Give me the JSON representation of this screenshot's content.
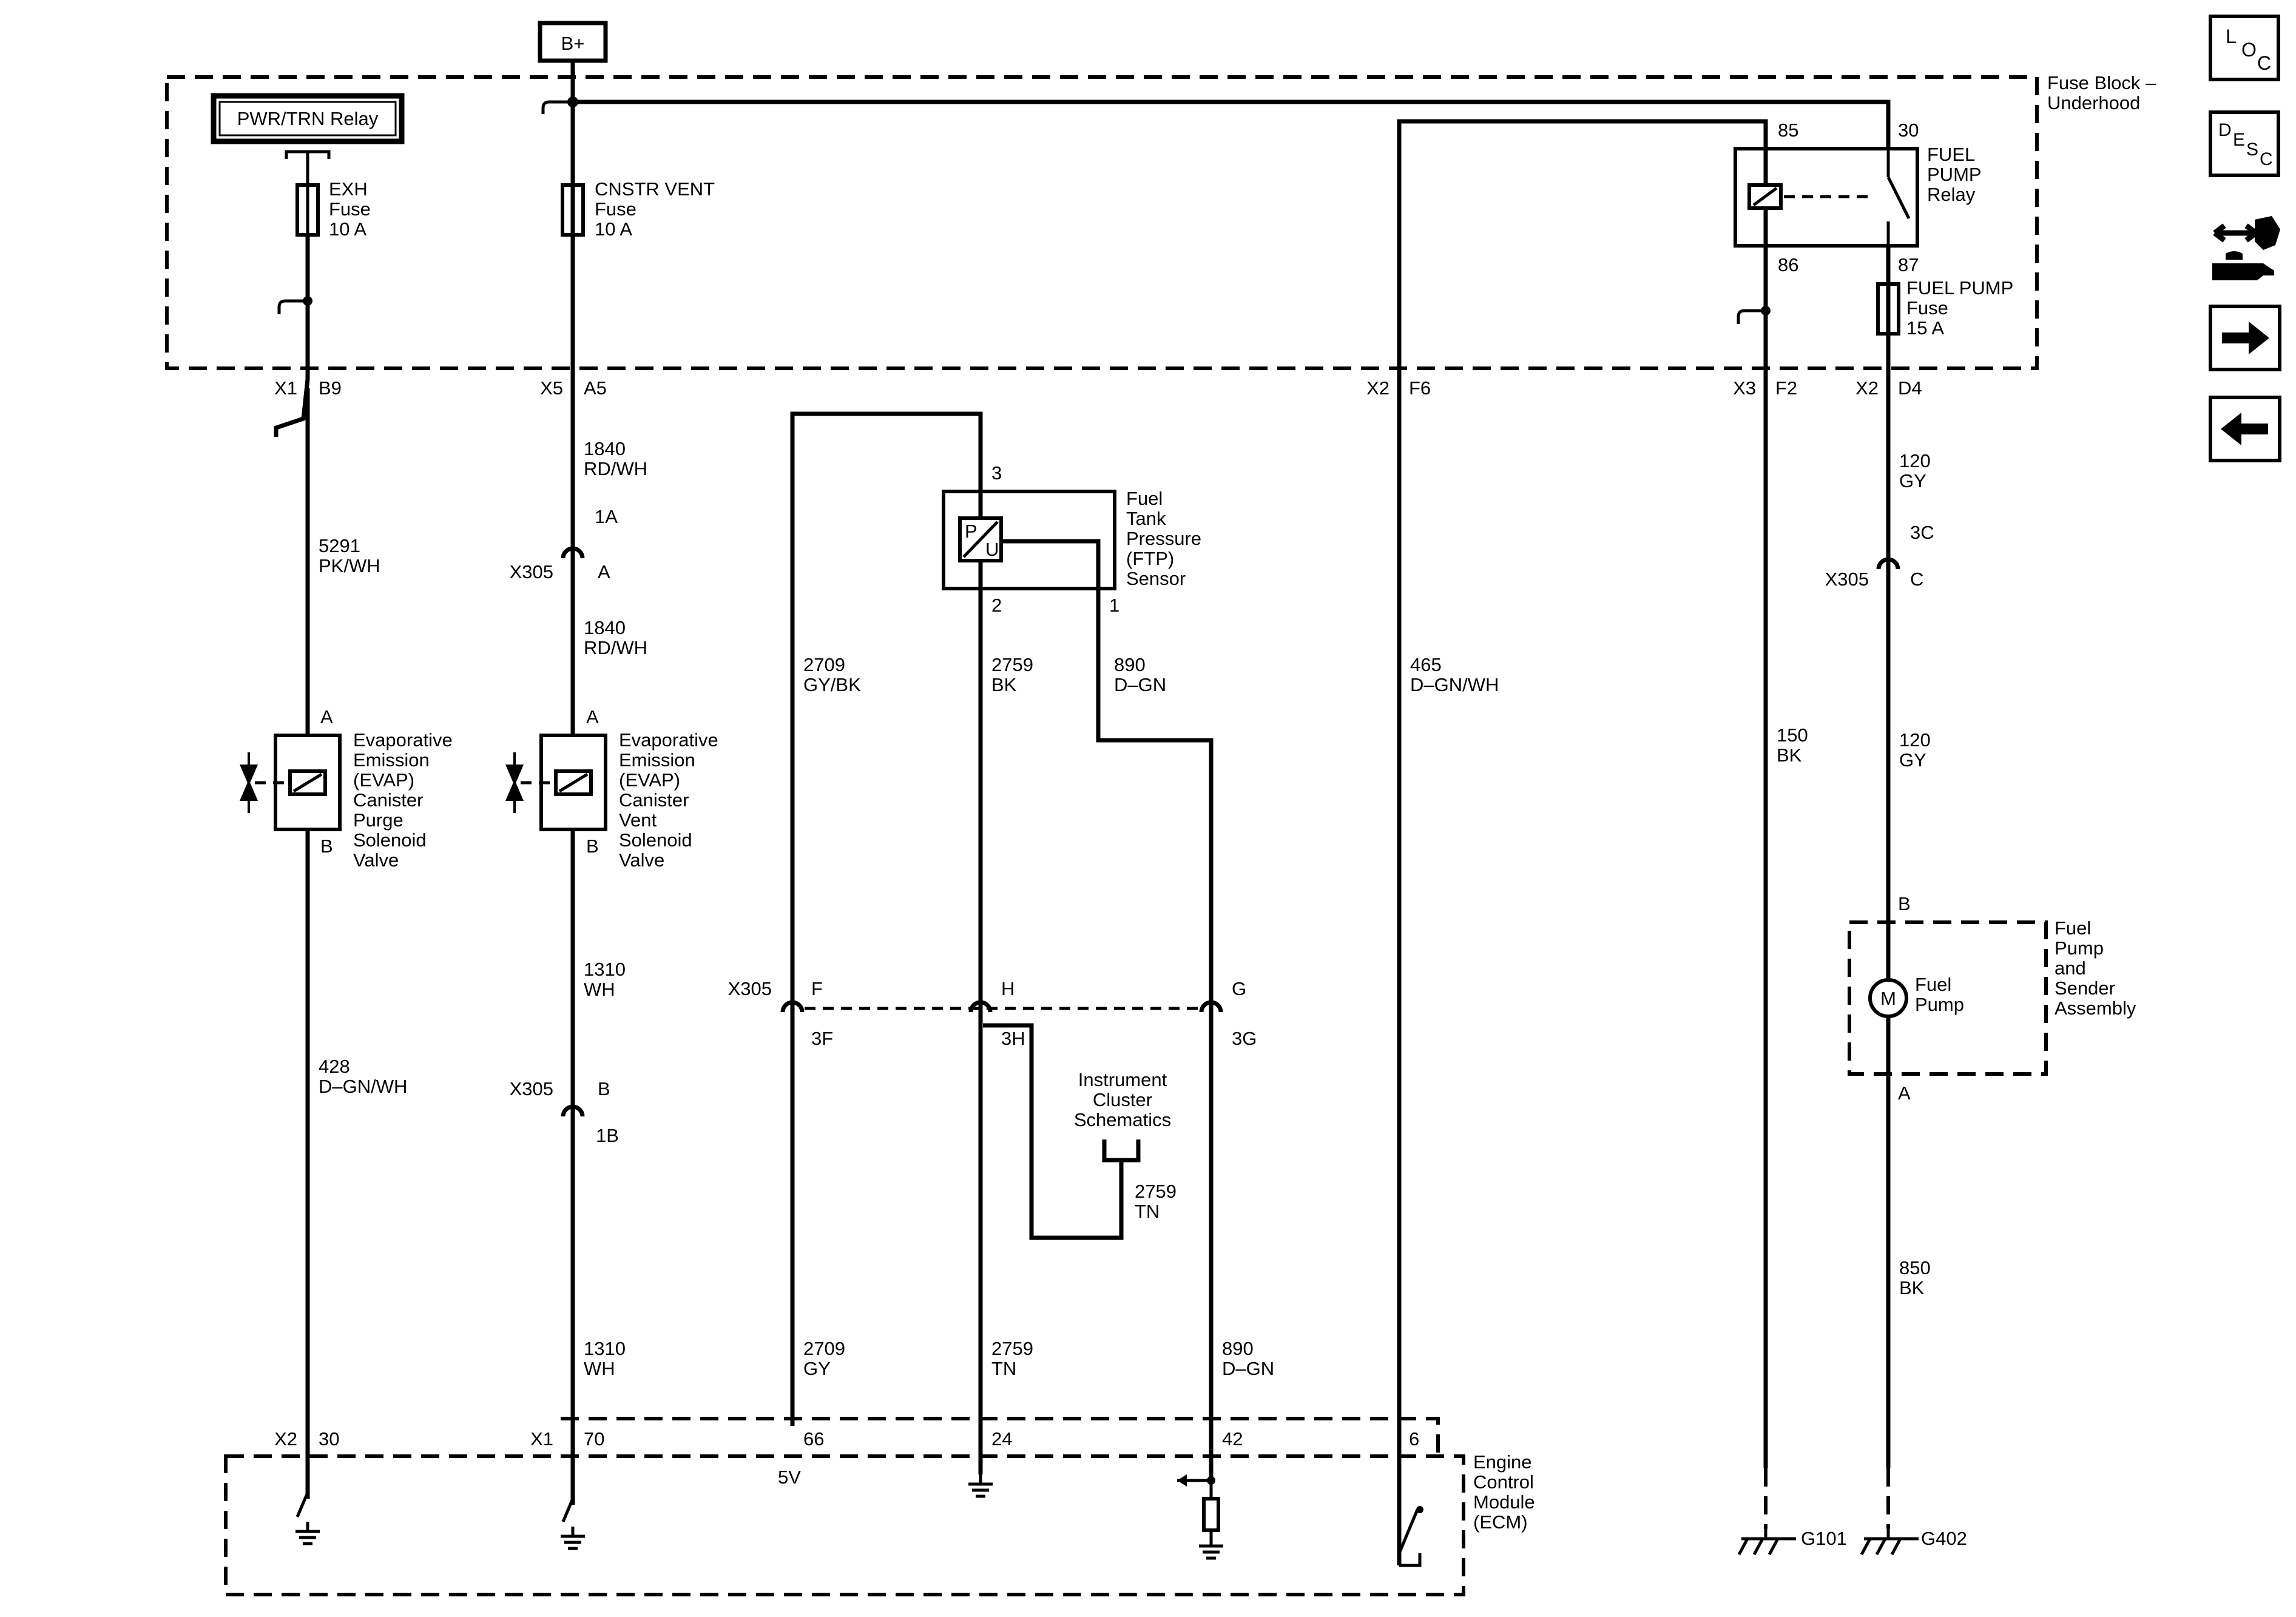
{
  "power": {
    "bplus": "B+"
  },
  "fuse_block": {
    "title_line1": "Fuse Block –",
    "title_line2": "Underhood",
    "relay_box": "PWR/TRN Relay",
    "exh_fuse": [
      "EXH",
      "Fuse",
      "10 A"
    ],
    "cnstr_fuse": [
      "CNSTR VENT",
      "Fuse",
      "10 A"
    ],
    "fuel_pump_fuse": [
      "FUEL PUMP",
      "Fuse",
      "15 A"
    ],
    "fuel_pump_relay": [
      "FUEL",
      "PUMP",
      "Relay"
    ],
    "relay_pins": {
      "p85": "85",
      "p30": "30",
      "p86": "86",
      "p87": "87"
    }
  },
  "fb_connectors": [
    {
      "conn": "X1",
      "pin": "B9"
    },
    {
      "conn": "X5",
      "pin": "A5"
    },
    {
      "conn": "X2",
      "pin": "F6"
    },
    {
      "conn": "X3",
      "pin": "F2"
    },
    {
      "conn": "X2",
      "pin": "D4"
    }
  ],
  "wires": {
    "w5291": [
      "5291",
      "PK/WH"
    ],
    "w1840a": [
      "1840",
      "RD/WH"
    ],
    "w1840b": [
      "1840",
      "RD/WH"
    ],
    "w428": [
      "428",
      "D–GN/WH"
    ],
    "w1310a": [
      "1310",
      "WH"
    ],
    "w1310b": [
      "1310",
      "WH"
    ],
    "w2709a": [
      "2709",
      "GY/BK"
    ],
    "w2709b": [
      "2709",
      "GY"
    ],
    "w2759a": [
      "2759",
      "BK"
    ],
    "w2759b": [
      "2759",
      "TN"
    ],
    "w2759c": [
      "2759",
      "TN"
    ],
    "w890a": [
      "890",
      "D–GN"
    ],
    "w890b": [
      "890",
      "D–GN"
    ],
    "w465": [
      "465",
      "D–GN/WH"
    ],
    "w150": [
      "150",
      "BK"
    ],
    "w120a": [
      "120",
      "GY"
    ],
    "w120b": [
      "120",
      "GY"
    ],
    "w850": [
      "850",
      "BK"
    ]
  },
  "inline_x305": {
    "name": "X305",
    "pins": {
      "p1a": "1A",
      "a": "A",
      "b": "B",
      "p1b": "1B",
      "p3c": "3C",
      "c": "C",
      "f": "F",
      "h": "H",
      "g": "G",
      "p3f": "3F",
      "p3h": "3H",
      "p3g": "3G"
    }
  },
  "components": {
    "purge_valve": {
      "pin_a": "A",
      "pin_b": "B",
      "label": [
        "Evaporative",
        "Emission",
        "(EVAP)",
        "Canister",
        "Purge",
        "Solenoid",
        "Valve"
      ]
    },
    "vent_valve": {
      "pin_a": "A",
      "pin_b": "B",
      "label": [
        "Evaporative",
        "Emission",
        "(EVAP)",
        "Canister",
        "Vent",
        "Solenoid",
        "Valve"
      ]
    },
    "ftp_sensor": {
      "pin3": "3",
      "pin2": "2",
      "pin1": "1",
      "glyph_p": "P",
      "glyph_u": "U",
      "label": [
        "Fuel",
        "Tank",
        "Pressure",
        "(FTP)",
        "Sensor"
      ]
    },
    "instrument_cluster": [
      "Instrument",
      "Cluster",
      "Schematics"
    ],
    "fuel_pump": {
      "pin_b": "B",
      "pin_a": "A",
      "motor": "M",
      "label": [
        "Fuel",
        "Pump"
      ],
      "assembly": [
        "Fuel",
        "Pump",
        "and",
        "Sender",
        "Assembly"
      ]
    }
  },
  "ecm": {
    "label": [
      "Engine",
      "Control",
      "Module",
      "(ECM)"
    ],
    "conn_x2": "X2",
    "conn_x1": "X1",
    "pins": [
      "30",
      "70",
      "66",
      "24",
      "42",
      "6"
    ],
    "ref_5v": "5V"
  },
  "grounds": {
    "g101": "G101",
    "g402": "G402"
  },
  "nav": {
    "loc": [
      "L",
      "O",
      "C"
    ],
    "desc": [
      "D",
      "E",
      "S",
      "C"
    ],
    "icons": [
      "connector-end-view-icon",
      "next-arrow-icon",
      "previous-arrow-icon"
    ]
  }
}
